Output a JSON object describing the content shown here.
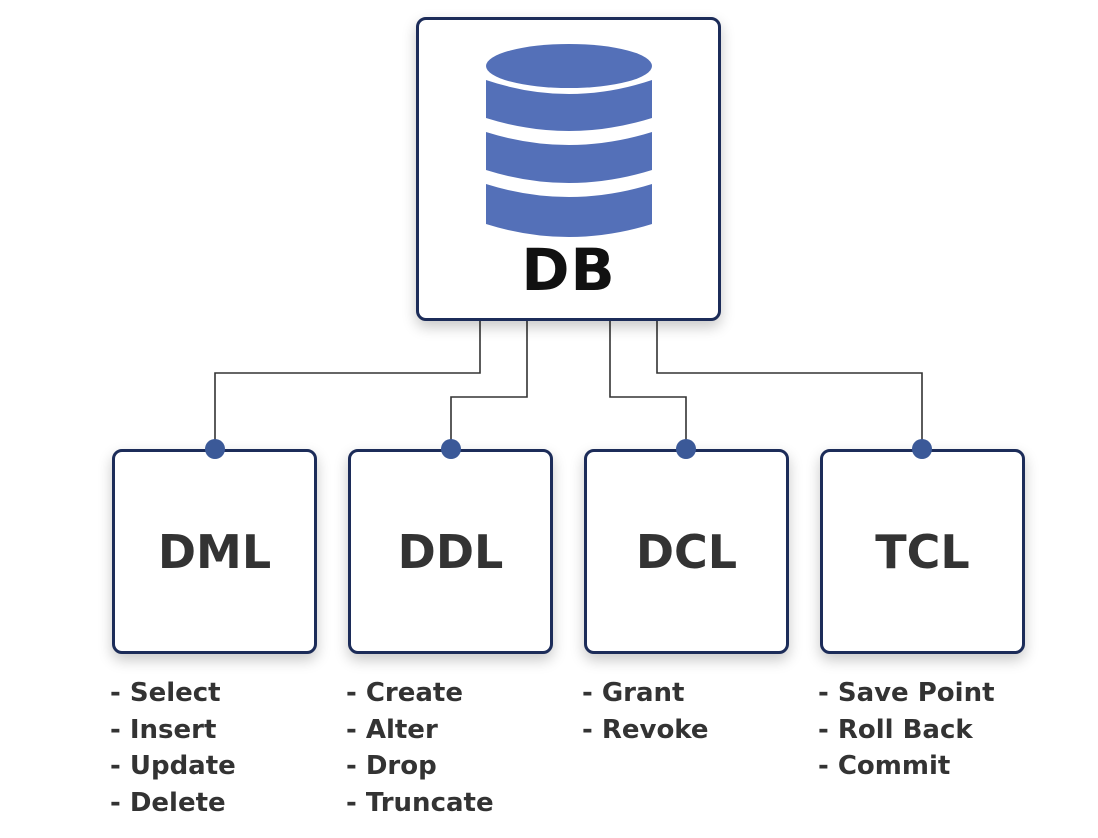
{
  "root": {
    "label": "DB",
    "icon": "database-icon"
  },
  "categories": [
    {
      "label": "DML",
      "commands": [
        "- Select",
        "- Insert",
        "- Update",
        "- Delete"
      ]
    },
    {
      "label": "DDL",
      "commands": [
        "- Create",
        "- Alter",
        "- Drop",
        "- Truncate"
      ]
    },
    {
      "label": "DCL",
      "commands": [
        "- Grant",
        "- Revoke"
      ]
    },
    {
      "label": "TCL",
      "commands": [
        "- Save Point",
        "- Roll Back",
        "- Commit"
      ]
    }
  ],
  "colors": {
    "box_border": "#1c2c59",
    "database_fill": "#5470b8",
    "connector_dot": "#3b5998",
    "connector_line": "#333333",
    "text_dark": "#111111",
    "text_gray": "#333333"
  }
}
